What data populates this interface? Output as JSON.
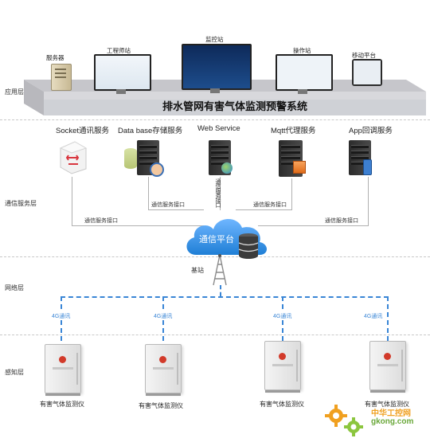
{
  "title": "排水管网有害气体监测预警系统",
  "layers": {
    "app": "应用层",
    "service": "通信服务层",
    "network": "网络层",
    "sensing": "感知层"
  },
  "app_nodes": [
    "服务器",
    "工程师站",
    "监控站",
    "操作站",
    "移动平台"
  ],
  "service_nodes": [
    "Socket通讯服务",
    "Data base存储服务",
    "Web Service",
    "Mqtt代理服务",
    "App回调服务"
  ],
  "interface_label": "通信服务接口",
  "platform": "通信平台",
  "base_station": "基站",
  "link_label": "4G通讯",
  "device_label": "有害气体监测仪",
  "watermark": "gkong.com",
  "watermark_cn": "中华工控网",
  "colors": {
    "band": "#d8d8dc",
    "title_bar": "#c9ccd3",
    "cloud": "#2f8fe0",
    "link": "#3a86d6"
  }
}
